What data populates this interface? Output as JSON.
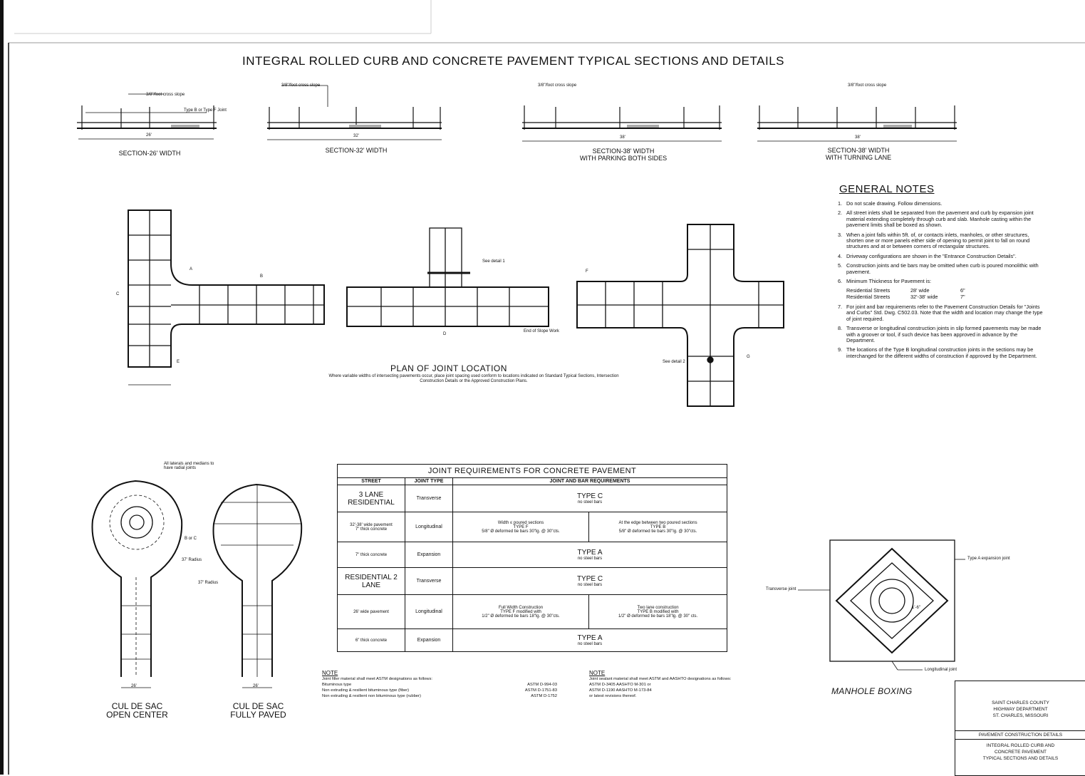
{
  "title": "INTEGRAL ROLLED CURB AND CONCRETE PAVEMENT TYPICAL SECTIONS AND DETAILS",
  "sections": [
    {
      "label": "SECTION-26' WIDTH",
      "width": "26'"
    },
    {
      "label": "SECTION-32' WIDTH",
      "width": "32'"
    },
    {
      "label": "SECTION-38' WIDTH\nWITH PARKING BOTH SIDES",
      "width": "38'"
    },
    {
      "label": "SECTION-38' WIDTH\nWITH TURNING LANE",
      "width": "38'"
    }
  ],
  "section_callouts": {
    "cross_slope": "3/8\"/foot cross slope",
    "joint_type": "Type B or Type F Joint",
    "gutter_slope": "3/8\"/foot cross slope"
  },
  "general_notes": {
    "title": "GENERAL NOTES",
    "items": [
      {
        "num": "1.",
        "text": "Do not scale drawing. Follow dimensions."
      },
      {
        "num": "2.",
        "text": "All street inlets shall be separated from the pavement and curb by expansion joint material extending completely through curb and slab. Manhole casting within the pavement limits shall be boxed as shown."
      },
      {
        "num": "3.",
        "text": "When a joint falls within 5ft. of, or contacts inlets, manholes, or other structures, shorten one or more panels either side of opening to permit joint to fall on round structures and at or between corners of rectangular structures."
      },
      {
        "num": "4.",
        "text": "Driveway configurations are shown in the \"Entrance Construction Details\"."
      },
      {
        "num": "5.",
        "text": "Construction joints and tie bars may be omitted when curb is poured monolithic with pavement."
      },
      {
        "num": "6.",
        "text": "Minimum Thickness for Pavement is:"
      },
      {
        "num": "7.",
        "text": "For joint and bar requirements refer to the Pavement Construction Details for \"Joints and Curbs\" Std. Dwg. C502.03. Note that the width and location may change the type of joint required."
      },
      {
        "num": "8.",
        "text": "Transverse or longitudinal construction joints in slip formed pavements may be made with a groover or tool, if such device has been approved in advance by the Department."
      },
      {
        "num": "9.",
        "text": "The locations of the Type B longitudinal construction joints in the sections may be interchanged for the different widths of construction if approved by the Department."
      }
    ],
    "thickness": [
      {
        "street": "Residential Streets",
        "width": "28' wide",
        "thk": "6\""
      },
      {
        "street": "Residential Streets",
        "width": "32'-38' wide",
        "thk": "7\""
      }
    ]
  },
  "plan": {
    "title": "PLAN OF JOINT LOCATION",
    "subtitle": "Where variable widths of intersecting pavements occur, place joint spacing used conform to locations indicated on Standard Typical Sections, Intersection Construction Details or the Approved Construction Plans.",
    "labels": [
      "A",
      "B",
      "C",
      "D",
      "E",
      "F",
      "G"
    ],
    "callouts": {
      "see_detail": "See detail 1",
      "end_of_slope": "End of Slope Work",
      "see_detail_2": "See detail 2"
    }
  },
  "joint_table": {
    "title": "JOINT REQUIREMENTS FOR CONCRETE PAVEMENT",
    "headers": [
      "STREET",
      "JOINT TYPE",
      "JOINT AND BAR REQUIREMENTS"
    ],
    "street_a": {
      "name": "3 LANE RESIDENTIAL",
      "width": "32'-38' wide pavement",
      "thk1": "7\" thick concrete",
      "thk2": "7\" thick concrete"
    },
    "street_b": {
      "name": "RESIDENTIAL 2 LANE",
      "width": "26' wide pavement",
      "thk": "6\" thick concrete"
    },
    "rows": {
      "transverse": "Transverse",
      "longitudinal": "Longitudinal",
      "expansion": "Expansion",
      "type_c": "TYPE C",
      "type_a": "TYPE A",
      "no_bars": "no steel bars",
      "l3_left": "Width ≤ poured sections\nTYPE F\n5/8\" Ø deformed tie bars 30\"lg. @ 30\"cts.",
      "l3_right": "At the edge between two poured sections\nTYPE B\n5/8\" Ø deformed tie bars 30\"lg. @ 30\"cts.",
      "l2_left": "Full Width Construction\nTYPE F modified with\n1/2\" Ø deformed tie bars 18\"lg. @ 30\"cts.",
      "l2_right": "Two lane construction\nTYPE B modified with\n1/2\" Ø deformed tie bars 18\"lg. @ 30\" cts."
    }
  },
  "note_left": {
    "head": "NOTE",
    "intro": "Joint filler material shall meet ASTM designations as follows:",
    "lines": [
      {
        "item": "Bituminous type",
        "spec": "ASTM D-994-03"
      },
      {
        "item": "Non extruding & resilient bituminous type (fiber)",
        "spec": "ASTM D-1751-83"
      },
      {
        "item": "Non extruding & resilient non bituminous type (rubber)",
        "spec": "ASTM D-1752"
      }
    ]
  },
  "note_right": {
    "head": "NOTE",
    "intro": "Joint sealant material shall meet ASTM and AASHTO designations as follows:",
    "lines": [
      "ASTM D-3405    AASHTO M-301   or",
      "ASTM D-1190    AASHTO M-173-84",
      "or latest revisions thereof."
    ]
  },
  "cul_de_sac": [
    {
      "label": "CUL DE SAC\nOPEN CENTER",
      "radius": "37' Radius",
      "width": "26'",
      "callout": "All laterals and medians to have radial joints",
      "b_or_c": "B or C"
    },
    {
      "label": "CUL DE SAC\nFULLY PAVED",
      "radius": "37' Radius",
      "width": "26'"
    }
  ],
  "manhole": {
    "label": "MANHOLE BOXING",
    "expansion": "Type A expansion joint",
    "transverse": "Transverse joint",
    "longitudinal": "Longitudinal joint",
    "dim": "1'-6\""
  },
  "title_block": {
    "agency": [
      "SAINT CHARLES COUNTY",
      "HIGHWAY DEPARTMENT",
      "ST. CHARLES, MISSOURI"
    ],
    "sheet_heading": "PAVEMENT CONSTRUCTION DETAILS",
    "sheet_title": [
      "INTEGRAL ROLLED CURB AND",
      "CONCRETE PAVEMENT",
      "TYPICAL SECTIONS AND DETAILS"
    ]
  }
}
